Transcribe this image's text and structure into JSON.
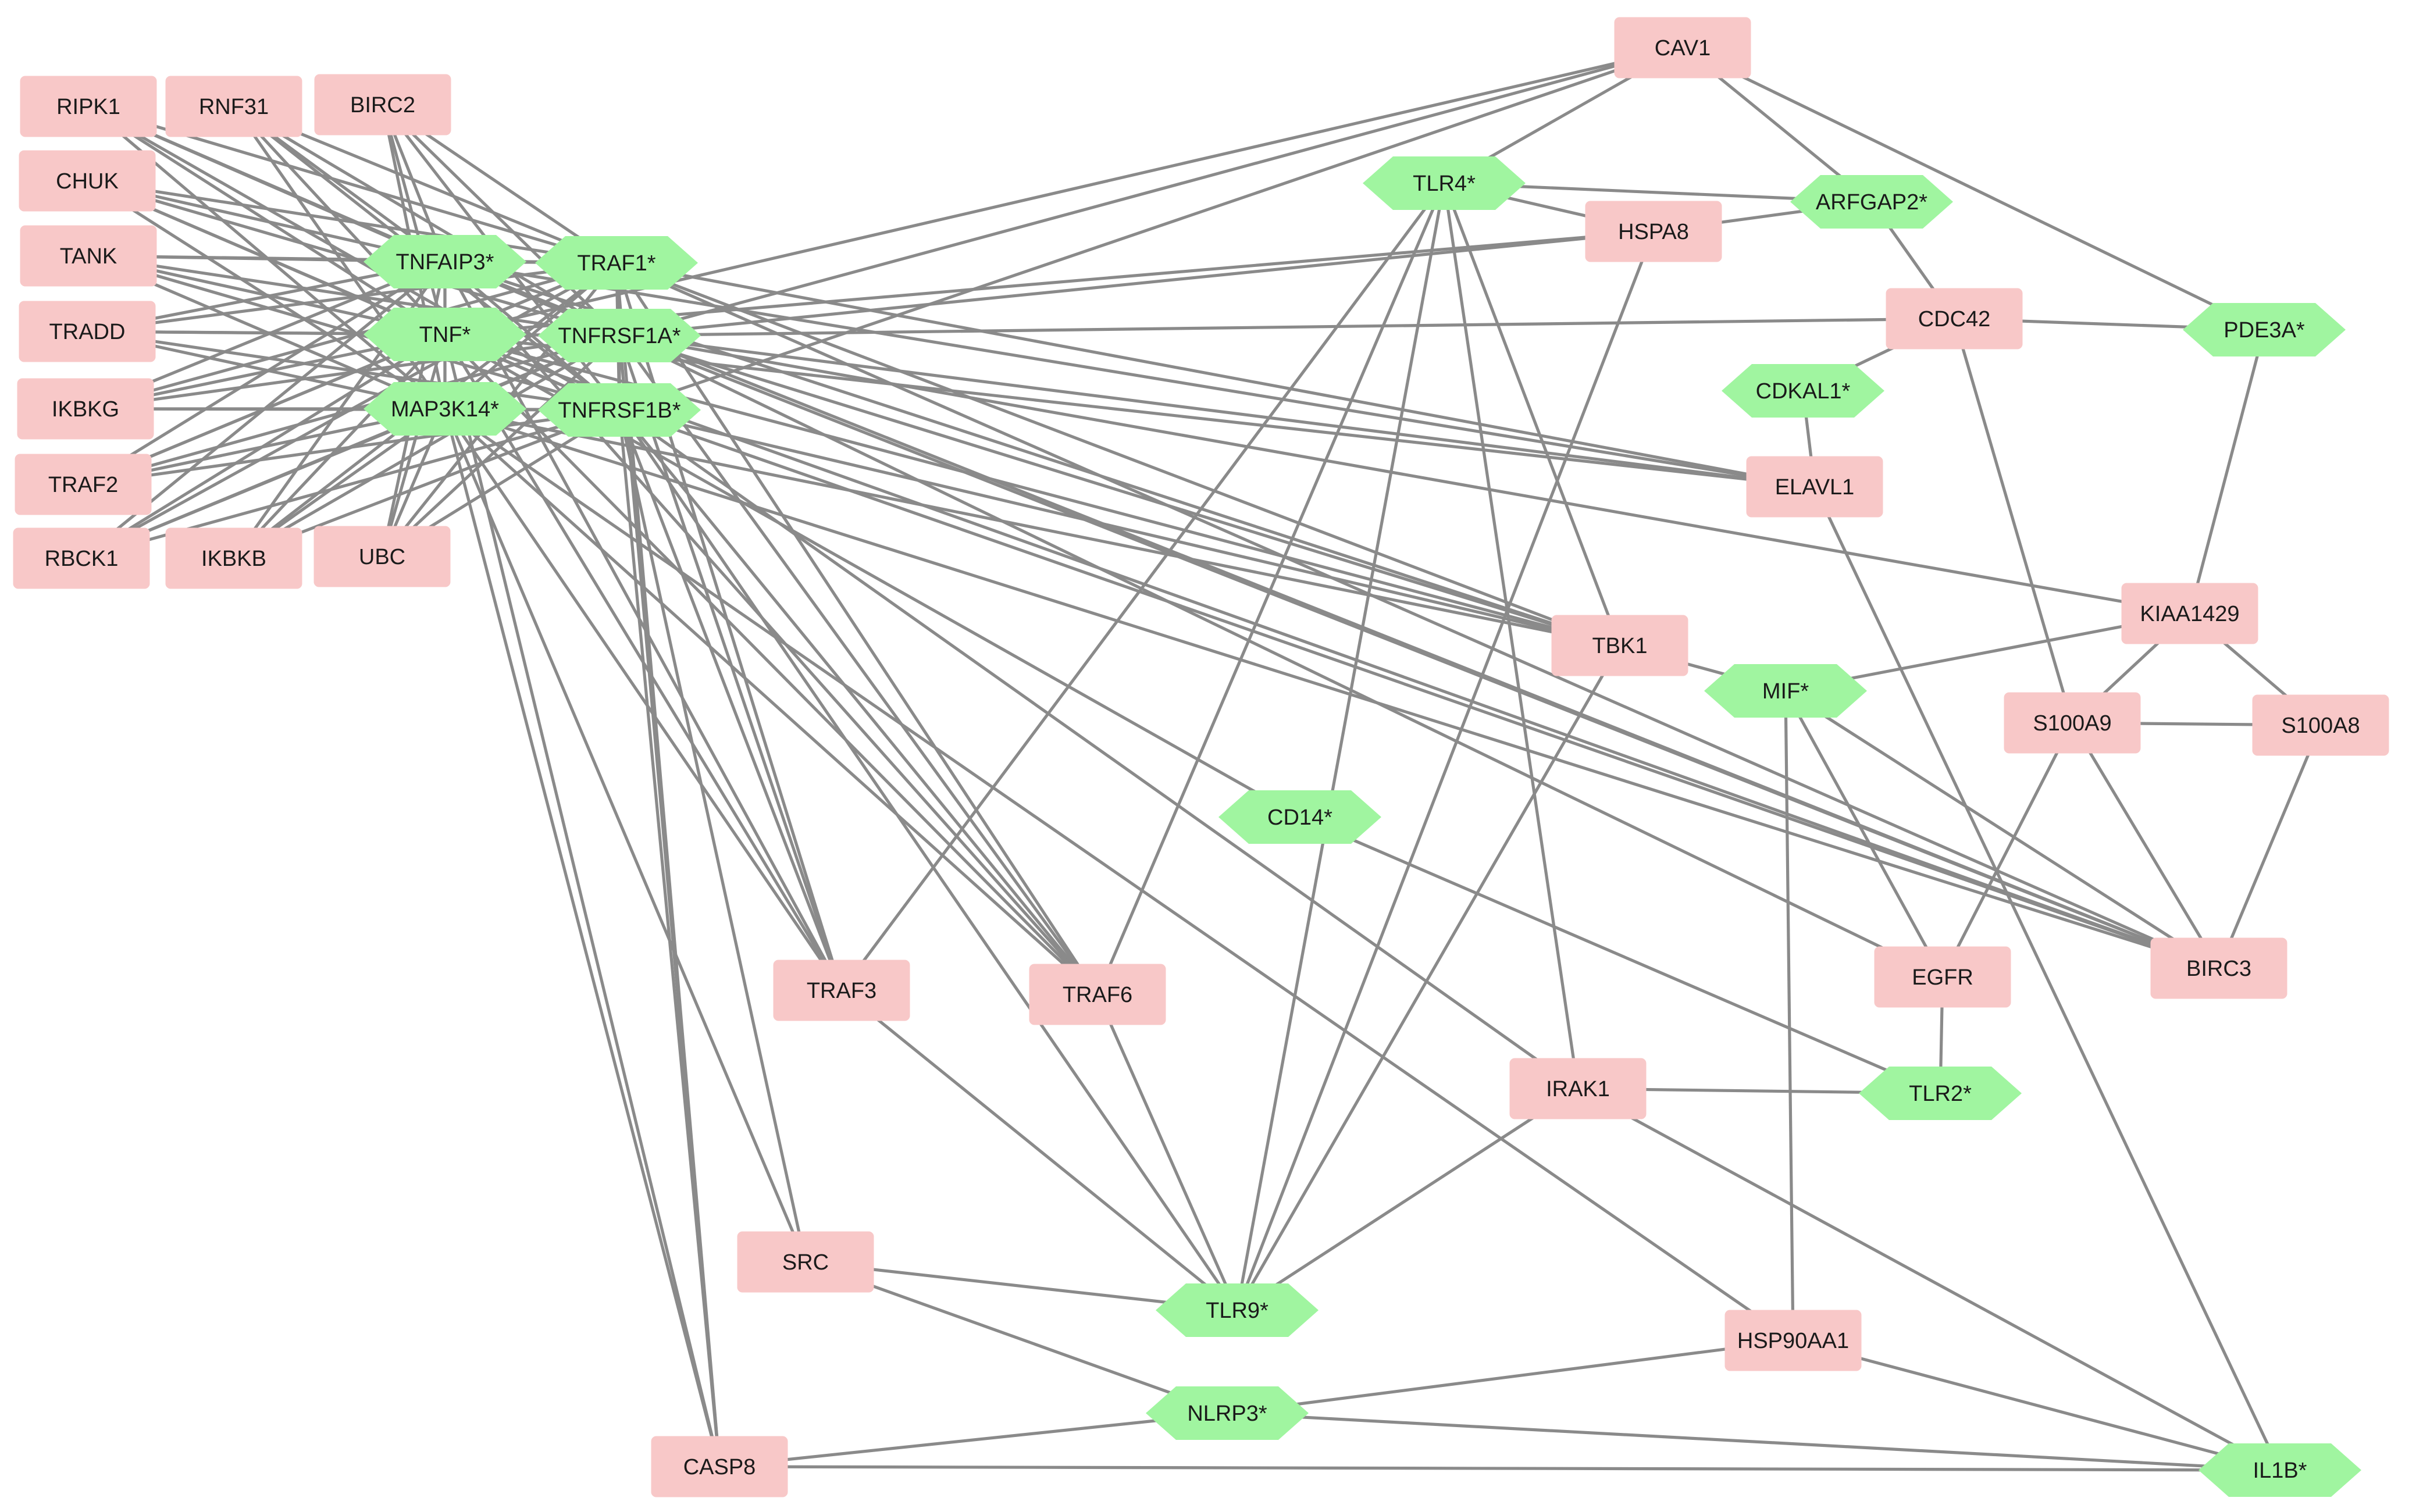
{
  "network": {
    "colors": {
      "edge": "#8a8a8a",
      "gene_node": "#f8c8c8",
      "starred_node": "#a0f5a0",
      "label": "#1a1a1a"
    },
    "nodes": [
      {
        "id": "RIPK1",
        "label": "RIPK1",
        "shape": "rect"
      },
      {
        "id": "RNF31",
        "label": "RNF31",
        "shape": "rect"
      },
      {
        "id": "BIRC2",
        "label": "BIRC2",
        "shape": "rect"
      },
      {
        "id": "CHUK",
        "label": "CHUK",
        "shape": "rect"
      },
      {
        "id": "TANK",
        "label": "TANK",
        "shape": "rect"
      },
      {
        "id": "TRADD",
        "label": "TRADD",
        "shape": "rect"
      },
      {
        "id": "IKBKG",
        "label": "IKBKG",
        "shape": "rect"
      },
      {
        "id": "TRAF2",
        "label": "TRAF2",
        "shape": "rect"
      },
      {
        "id": "RBCK1",
        "label": "RBCK1",
        "shape": "rect"
      },
      {
        "id": "IKBKB",
        "label": "IKBKB",
        "shape": "rect"
      },
      {
        "id": "UBC",
        "label": "UBC",
        "shape": "rect"
      },
      {
        "id": "TNFAIP3",
        "label": "TNFAIP3*",
        "shape": "hex"
      },
      {
        "id": "TRAF1",
        "label": "TRAF1*",
        "shape": "hex"
      },
      {
        "id": "TNF",
        "label": "TNF*",
        "shape": "hex"
      },
      {
        "id": "TNFRSF1A",
        "label": "TNFRSF1A*",
        "shape": "hex"
      },
      {
        "id": "MAP3K14",
        "label": "MAP3K14*",
        "shape": "hex"
      },
      {
        "id": "TNFRSF1B",
        "label": "TNFRSF1B*",
        "shape": "hex"
      },
      {
        "id": "CAV1",
        "label": "CAV1",
        "shape": "rect"
      },
      {
        "id": "TLR4",
        "label": "TLR4*",
        "shape": "hex"
      },
      {
        "id": "HSPA8",
        "label": "HSPA8",
        "shape": "rect"
      },
      {
        "id": "ARFGAP2",
        "label": "ARFGAP2*",
        "shape": "hex"
      },
      {
        "id": "CDC42",
        "label": "CDC42",
        "shape": "rect"
      },
      {
        "id": "PDE3A",
        "label": "PDE3A*",
        "shape": "hex"
      },
      {
        "id": "CDKAL1",
        "label": "CDKAL1*",
        "shape": "hex"
      },
      {
        "id": "ELAVL1",
        "label": "ELAVL1",
        "shape": "rect"
      },
      {
        "id": "TBK1",
        "label": "TBK1",
        "shape": "rect"
      },
      {
        "id": "KIAA1429",
        "label": "KIAA1429",
        "shape": "rect"
      },
      {
        "id": "MIF",
        "label": "MIF*",
        "shape": "hex"
      },
      {
        "id": "S100A9",
        "label": "S100A9",
        "shape": "rect"
      },
      {
        "id": "S100A8",
        "label": "S100A8",
        "shape": "rect"
      },
      {
        "id": "CD14",
        "label": "CD14*",
        "shape": "hex"
      },
      {
        "id": "TRAF3",
        "label": "TRAF3",
        "shape": "rect"
      },
      {
        "id": "TRAF6",
        "label": "TRAF6",
        "shape": "rect"
      },
      {
        "id": "EGFR",
        "label": "EGFR",
        "shape": "rect"
      },
      {
        "id": "BIRC3",
        "label": "BIRC3",
        "shape": "rect"
      },
      {
        "id": "IRAK1",
        "label": "IRAK1",
        "shape": "rect"
      },
      {
        "id": "TLR2",
        "label": "TLR2*",
        "shape": "hex"
      },
      {
        "id": "SRC",
        "label": "SRC",
        "shape": "rect"
      },
      {
        "id": "TLR9",
        "label": "TLR9*",
        "shape": "hex"
      },
      {
        "id": "HSP90AA1",
        "label": "HSP90AA1",
        "shape": "rect"
      },
      {
        "id": "NLRP3",
        "label": "NLRP3*",
        "shape": "hex"
      },
      {
        "id": "CASP8",
        "label": "CASP8",
        "shape": "rect"
      },
      {
        "id": "IL1B",
        "label": "IL1B*",
        "shape": "hex"
      }
    ],
    "edges": [
      [
        "RIPK1",
        "TNFAIP3"
      ],
      [
        "RIPK1",
        "TRAF1"
      ],
      [
        "RIPK1",
        "TNF"
      ],
      [
        "RIPK1",
        "TNFRSF1A"
      ],
      [
        "RIPK1",
        "MAP3K14"
      ],
      [
        "RIPK1",
        "TNFRSF1B"
      ],
      [
        "RNF31",
        "TNFAIP3"
      ],
      [
        "RNF31",
        "TRAF1"
      ],
      [
        "RNF31",
        "TNF"
      ],
      [
        "RNF31",
        "TNFRSF1A"
      ],
      [
        "RNF31",
        "MAP3K14"
      ],
      [
        "RNF31",
        "TNFRSF1B"
      ],
      [
        "BIRC2",
        "TNFAIP3"
      ],
      [
        "BIRC2",
        "TRAF1"
      ],
      [
        "BIRC2",
        "TNF"
      ],
      [
        "BIRC2",
        "TNFRSF1A"
      ],
      [
        "BIRC2",
        "MAP3K14"
      ],
      [
        "BIRC2",
        "TNFRSF1B"
      ],
      [
        "CHUK",
        "TNFAIP3"
      ],
      [
        "CHUK",
        "TRAF1"
      ],
      [
        "CHUK",
        "TNF"
      ],
      [
        "CHUK",
        "TNFRSF1A"
      ],
      [
        "CHUK",
        "MAP3K14"
      ],
      [
        "CHUK",
        "TNFRSF1B"
      ],
      [
        "TANK",
        "TNFAIP3"
      ],
      [
        "TANK",
        "TRAF1"
      ],
      [
        "TANK",
        "TNF"
      ],
      [
        "TANK",
        "TNFRSF1A"
      ],
      [
        "TANK",
        "MAP3K14"
      ],
      [
        "TANK",
        "TNFRSF1B"
      ],
      [
        "TRADD",
        "TNFAIP3"
      ],
      [
        "TRADD",
        "TRAF1"
      ],
      [
        "TRADD",
        "TNF"
      ],
      [
        "TRADD",
        "TNFRSF1A"
      ],
      [
        "TRADD",
        "MAP3K14"
      ],
      [
        "TRADD",
        "TNFRSF1B"
      ],
      [
        "IKBKG",
        "TNFAIP3"
      ],
      [
        "IKBKG",
        "TRAF1"
      ],
      [
        "IKBKG",
        "TNF"
      ],
      [
        "IKBKG",
        "TNFRSF1A"
      ],
      [
        "IKBKG",
        "MAP3K14"
      ],
      [
        "IKBKG",
        "TNFRSF1B"
      ],
      [
        "TRAF2",
        "TNFAIP3"
      ],
      [
        "TRAF2",
        "TRAF1"
      ],
      [
        "TRAF2",
        "TNF"
      ],
      [
        "TRAF2",
        "TNFRSF1A"
      ],
      [
        "TRAF2",
        "MAP3K14"
      ],
      [
        "TRAF2",
        "TNFRSF1B"
      ],
      [
        "RBCK1",
        "TNFAIP3"
      ],
      [
        "RBCK1",
        "TRAF1"
      ],
      [
        "RBCK1",
        "TNF"
      ],
      [
        "RBCK1",
        "TNFRSF1A"
      ],
      [
        "RBCK1",
        "MAP3K14"
      ],
      [
        "RBCK1",
        "TNFRSF1B"
      ],
      [
        "IKBKB",
        "TNFAIP3"
      ],
      [
        "IKBKB",
        "TRAF1"
      ],
      [
        "IKBKB",
        "TNF"
      ],
      [
        "IKBKB",
        "TNFRSF1A"
      ],
      [
        "IKBKB",
        "MAP3K14"
      ],
      [
        "IKBKB",
        "TNFRSF1B"
      ],
      [
        "UBC",
        "TNFAIP3"
      ],
      [
        "UBC",
        "TRAF1"
      ],
      [
        "UBC",
        "TNF"
      ],
      [
        "UBC",
        "TNFRSF1A"
      ],
      [
        "UBC",
        "MAP3K14"
      ],
      [
        "UBC",
        "TNFRSF1B"
      ],
      [
        "TNFAIP3",
        "TNF"
      ],
      [
        "TNFAIP3",
        "TRAF1"
      ],
      [
        "TNFAIP3",
        "TNFRSF1A"
      ],
      [
        "TNFAIP3",
        "MAP3K14"
      ],
      [
        "TNFAIP3",
        "TNFRSF1B"
      ],
      [
        "TRAF1",
        "TNF"
      ],
      [
        "TRAF1",
        "TNFRSF1A"
      ],
      [
        "TRAF1",
        "MAP3K14"
      ],
      [
        "TRAF1",
        "TNFRSF1B"
      ],
      [
        "TNF",
        "TNFRSF1A"
      ],
      [
        "TNF",
        "MAP3K14"
      ],
      [
        "TNF",
        "TNFRSF1B"
      ],
      [
        "TNFRSF1A",
        "MAP3K14"
      ],
      [
        "TNFRSF1A",
        "TNFRSF1B"
      ],
      [
        "MAP3K14",
        "TNFRSF1B"
      ],
      [
        "TNF",
        "CAV1"
      ],
      [
        "TNFRSF1A",
        "CAV1"
      ],
      [
        "TNFRSF1B",
        "CAV1"
      ],
      [
        "TNFRSF1A",
        "HSPA8"
      ],
      [
        "TNF",
        "HSPA8"
      ],
      [
        "TNFRSF1A",
        "CDC42"
      ],
      [
        "TNF",
        "ELAVL1"
      ],
      [
        "TNFRSF1A",
        "ELAVL1"
      ],
      [
        "TNFAIP3",
        "ELAVL1"
      ],
      [
        "TRAF1",
        "ELAVL1"
      ],
      [
        "TNFRSF1A",
        "KIAA1429"
      ],
      [
        "TNF",
        "TBK1"
      ],
      [
        "TRAF1",
        "TBK1"
      ],
      [
        "TNFAIP3",
        "TBK1"
      ],
      [
        "MAP3K14",
        "TBK1"
      ],
      [
        "TNFRSF1B",
        "TBK1"
      ],
      [
        "TNFRSF1A",
        "TBK1"
      ],
      [
        "TNF",
        "BIRC3"
      ],
      [
        "TNFAIP3",
        "BIRC3"
      ],
      [
        "TRAF1",
        "BIRC3"
      ],
      [
        "TNFRSF1A",
        "BIRC3"
      ],
      [
        "TNFRSF1B",
        "BIRC3"
      ],
      [
        "MAP3K14",
        "BIRC3"
      ],
      [
        "TNF",
        "CD14"
      ],
      [
        "TNFRSF1A",
        "EGFR"
      ],
      [
        "TNFAIP3",
        "TRAF3"
      ],
      [
        "TRAF1",
        "TRAF3"
      ],
      [
        "TNF",
        "TRAF3"
      ],
      [
        "TNFRSF1A",
        "TRAF3"
      ],
      [
        "MAP3K14",
        "TRAF3"
      ],
      [
        "TNFRSF1B",
        "TRAF3"
      ],
      [
        "TNFAIP3",
        "TRAF6"
      ],
      [
        "TRAF1",
        "TRAF6"
      ],
      [
        "TNF",
        "TRAF6"
      ],
      [
        "TNFRSF1A",
        "TRAF6"
      ],
      [
        "MAP3K14",
        "TRAF6"
      ],
      [
        "TNFRSF1B",
        "TRAF6"
      ],
      [
        "TNFRSF1B",
        "IRAK1"
      ],
      [
        "MAP3K14",
        "HSP90AA1"
      ],
      [
        "TNFRSF1B",
        "TLR9"
      ],
      [
        "TNFRSF1B",
        "SRC"
      ],
      [
        "MAP3K14",
        "SRC"
      ],
      [
        "TNF",
        "CASP8"
      ],
      [
        "TNFRSF1A",
        "CASP8"
      ],
      [
        "TNFRSF1B",
        "CASP8"
      ],
      [
        "MAP3K14",
        "CASP8"
      ],
      [
        "TRAF1",
        "CASP8"
      ],
      [
        "CAV1",
        "TLR4"
      ],
      [
        "CAV1",
        "ARFGAP2"
      ],
      [
        "CAV1",
        "PDE3A"
      ],
      [
        "TLR4",
        "HSPA8"
      ],
      [
        "TLR4",
        "ARFGAP2"
      ],
      [
        "TLR4",
        "TBK1"
      ],
      [
        "TLR4",
        "IRAK1"
      ],
      [
        "TLR4",
        "TLR9"
      ],
      [
        "TLR4",
        "TRAF6"
      ],
      [
        "TLR4",
        "TRAF3"
      ],
      [
        "HSPA8",
        "ARFGAP2"
      ],
      [
        "HSPA8",
        "TLR9"
      ],
      [
        "ARFGAP2",
        "CDC42"
      ],
      [
        "CDC42",
        "PDE3A"
      ],
      [
        "CDC42",
        "CDKAL1"
      ],
      [
        "CDC42",
        "S100A9"
      ],
      [
        "CDKAL1",
        "ELAVL1"
      ],
      [
        "PDE3A",
        "KIAA1429"
      ],
      [
        "ELAVL1",
        "IL1B"
      ],
      [
        "KIAA1429",
        "MIF"
      ],
      [
        "KIAA1429",
        "S100A9"
      ],
      [
        "KIAA1429",
        "S100A8"
      ],
      [
        "TBK1",
        "MIF"
      ],
      [
        "TBK1",
        "TLR9"
      ],
      [
        "MIF",
        "EGFR"
      ],
      [
        "MIF",
        "BIRC3"
      ],
      [
        "MIF",
        "HSP90AA1"
      ],
      [
        "S100A9",
        "S100A8"
      ],
      [
        "S100A9",
        "BIRC3"
      ],
      [
        "S100A9",
        "EGFR"
      ],
      [
        "S100A8",
        "BIRC3"
      ],
      [
        "CD14",
        "TLR2"
      ],
      [
        "EGFR",
        "TLR2"
      ],
      [
        "IRAK1",
        "TLR2"
      ],
      [
        "IRAK1",
        "TLR9"
      ],
      [
        "IRAK1",
        "IL1B"
      ],
      [
        "TRAF3",
        "TLR9"
      ],
      [
        "TRAF6",
        "TLR9"
      ],
      [
        "SRC",
        "TLR9"
      ],
      [
        "SRC",
        "NLRP3"
      ],
      [
        "HSP90AA1",
        "NLRP3"
      ],
      [
        "HSP90AA1",
        "IL1B"
      ],
      [
        "NLRP3",
        "CASP8"
      ],
      [
        "NLRP3",
        "IL1B"
      ],
      [
        "CASP8",
        "IL1B"
      ]
    ]
  }
}
